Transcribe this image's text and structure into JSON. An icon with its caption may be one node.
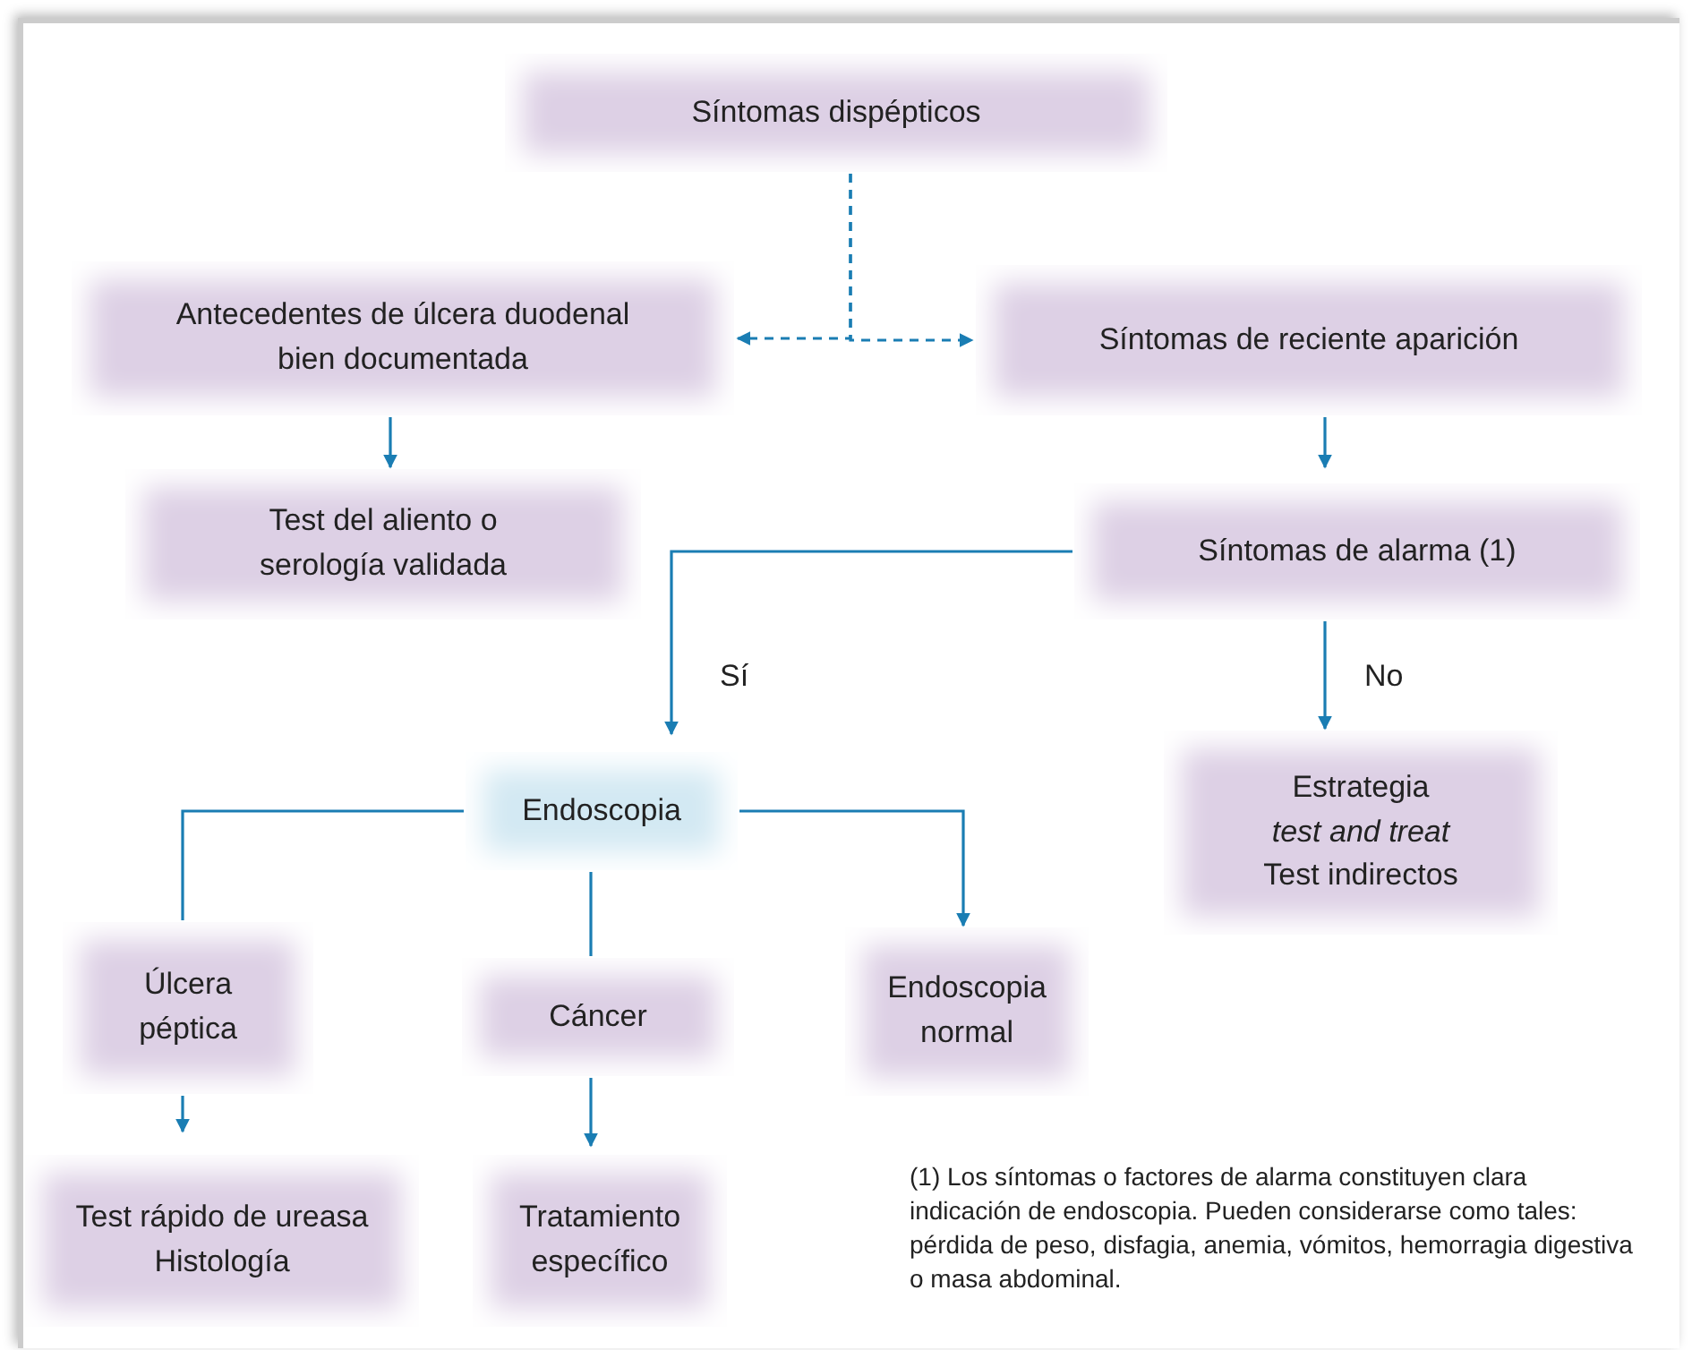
{
  "diagram": {
    "nodes": [
      {
        "text": [
          "Síntomas dispépticos"
        ]
      },
      {
        "text": [
          "Antecedentes de úlcera duodenal bien documentada"
        ]
      },
      {
        "text": [
          "Síntomas de reciente aparición"
        ]
      },
      {
        "text": [
          "Test del aliento o serología validada"
        ]
      },
      {
        "text": [
          "Síntomas de alarma (1)"
        ]
      },
      {
        "text": [
          "Endoscopia"
        ]
      },
      {
        "text": [
          "Estrategia",
          "test and treat",
          "Test indirectos"
        ]
      },
      {
        "text": [
          "Úlcera péptica"
        ]
      },
      {
        "text": [
          "Cáncer"
        ]
      },
      {
        "text": [
          "Endoscopia normal"
        ]
      },
      {
        "text": [
          "Test rápido de ureasa Histología"
        ]
      },
      {
        "text": [
          "Tratamiento específico"
        ]
      }
    ],
    "edges": [
      {
        "from": 0,
        "to": 1,
        "arrow": "to",
        "style": "dashed"
      },
      {
        "from": 0,
        "to": 2,
        "arrow": "to",
        "style": "dashed"
      },
      {
        "from": 1,
        "to": 3,
        "arrow": "to"
      },
      {
        "from": 2,
        "to": 4,
        "arrow": "to"
      },
      {
        "from": 4,
        "to": 5,
        "arrow": "to",
        "label": "Sí"
      },
      {
        "from": 4,
        "to": 6,
        "arrow": "to",
        "label": "No"
      },
      {
        "from": 5,
        "to": 7,
        "arrow": "none"
      },
      {
        "from": 7,
        "to": 10,
        "arrow": "to"
      },
      {
        "from": 5,
        "to": 8,
        "arrow": "none"
      },
      {
        "from": 8,
        "to": 11,
        "arrow": "to"
      },
      {
        "from": 5,
        "to": 9,
        "arrow": "to"
      }
    ],
    "labels": [
      "(1) Los síntomas o factores de alarma constituyen clara indicación de endoscopia. Pueden considerarse como tales: pérdida de peso, disfagia, anemia, vómitos, hemorragia digestiva o masa abdominal."
    ]
  }
}
